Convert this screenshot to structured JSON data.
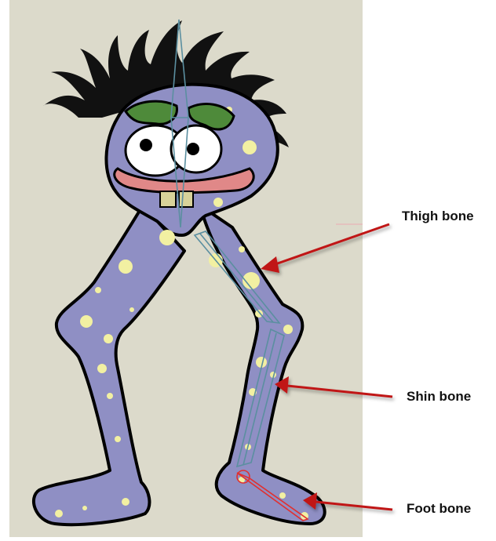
{
  "labels": {
    "thigh": "Thigh bone",
    "shin": "Shin bone",
    "foot": "Foot bone"
  },
  "colors": {
    "background_panel": "#dcdacb",
    "body": "#8f8fc4",
    "outline": "#000000",
    "spots": "#f2f0a2",
    "eyebrows": "#4e8a3a",
    "mouth": "#e08888",
    "bones": "#5b8fa0",
    "selected_bone": "#e03030",
    "arrow": "#c01818"
  },
  "icons": [
    "character-illustration",
    "bone-rig",
    "annotation-arrow"
  ]
}
